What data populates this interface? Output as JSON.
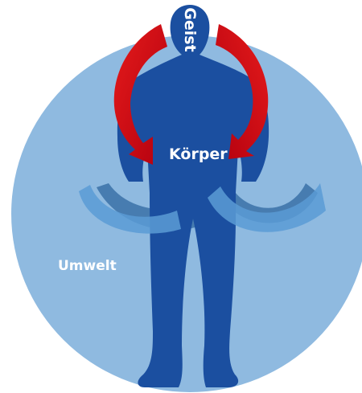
{
  "labels": {
    "mind": "Geist",
    "body": "Körper",
    "environment": "Umwelt"
  },
  "colors": {
    "environment_circle": "#8fbae0",
    "figure": "#1b4fa0",
    "arrows": "#e51b1b",
    "arrows_dark": "#b3000f",
    "ribbon_light": "#5b9bd5",
    "ribbon_dark": "#3f75ab",
    "label_text": "#ffffff"
  }
}
